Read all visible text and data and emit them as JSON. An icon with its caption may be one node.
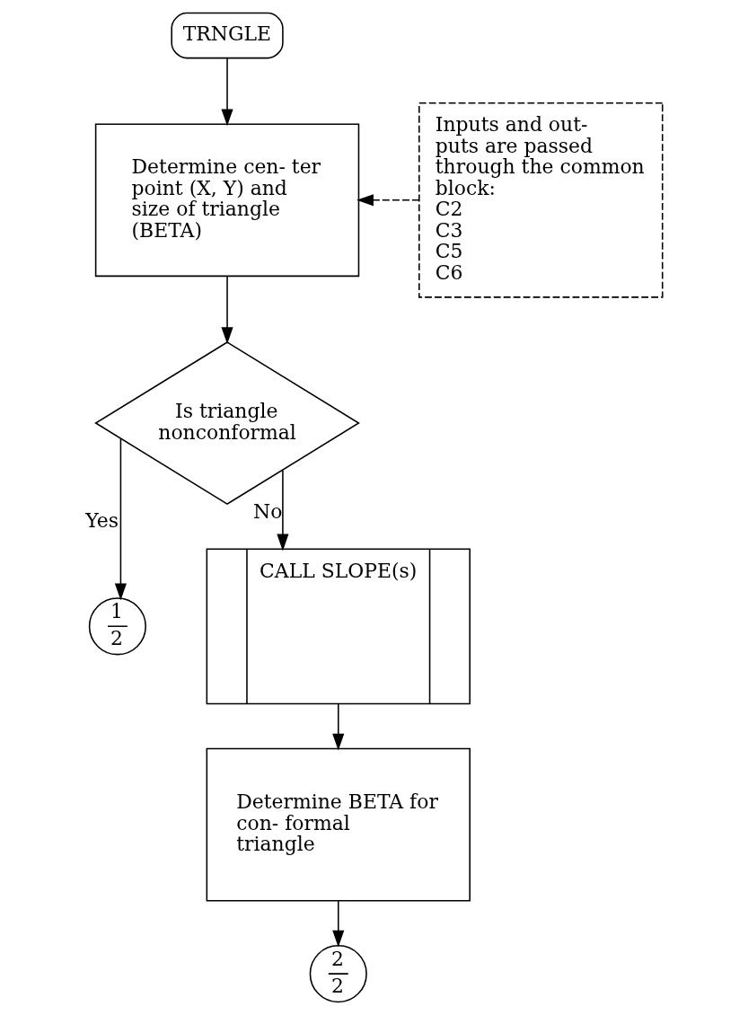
{
  "diagram": {
    "nodes": [
      {
        "text": [
          "TRNGLE"
        ]
      },
      {
        "text": [
          "Determine cen- ter point (X, Y) and size of triangle (BETA)"
        ]
      },
      {
        "text": [
          "Is triangle nonconformal"
        ]
      },
      {
        "text": [
          "1",
          "2"
        ]
      },
      {
        "text": [
          "CALL SLOPE(s)"
        ]
      },
      {
        "text": [
          "Determine BETA for con- formal triangle"
        ]
      },
      {
        "text": [
          "2",
          "2"
        ]
      },
      {
        "text": [
          "Inputs and out- puts are passed through the common block:",
          "C2",
          "C3",
          "C5",
          "C6"
        ]
      }
    ],
    "edges": [
      {
        "from": 0,
        "to": 1,
        "arrow": "to"
      },
      {
        "from": 7,
        "to": 1,
        "arrow": "to",
        "style": "dashed"
      },
      {
        "from": 1,
        "to": 2,
        "arrow": "to"
      },
      {
        "from": 2,
        "to": 3,
        "arrow": "to",
        "label": "Yes"
      },
      {
        "from": 2,
        "to": 4,
        "arrow": "to",
        "label": "No"
      },
      {
        "from": 4,
        "to": 5,
        "arrow": "to"
      },
      {
        "from": 5,
        "to": 6,
        "arrow": "to"
      }
    ]
  }
}
